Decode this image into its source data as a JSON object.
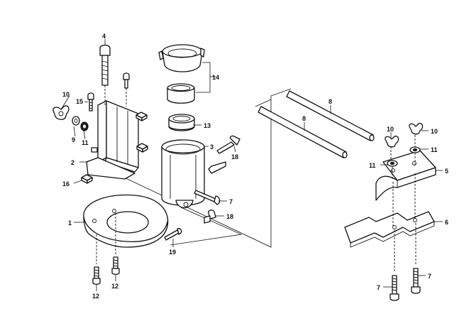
{
  "diagram": {
    "callouts": [
      {
        "id": "c4",
        "label": "4"
      },
      {
        "id": "c14",
        "label": "14"
      },
      {
        "id": "c10a",
        "label": "10"
      },
      {
        "id": "c15",
        "label": "15"
      },
      {
        "id": "c9",
        "label": "9"
      },
      {
        "id": "c11a",
        "label": "11"
      },
      {
        "id": "c13",
        "label": "13"
      },
      {
        "id": "c3",
        "label": "3"
      },
      {
        "id": "c18a",
        "label": "18"
      },
      {
        "id": "c2",
        "label": "2"
      },
      {
        "id": "c16",
        "label": "16"
      },
      {
        "id": "c7a",
        "label": "7"
      },
      {
        "id": "c18b",
        "label": "18"
      },
      {
        "id": "c1",
        "label": "1"
      },
      {
        "id": "c19",
        "label": "19"
      },
      {
        "id": "c12a",
        "label": "12"
      },
      {
        "id": "c12b",
        "label": "12"
      },
      {
        "id": "c8a",
        "label": "8"
      },
      {
        "id": "c8b",
        "label": "8"
      },
      {
        "id": "c10b",
        "label": "10"
      },
      {
        "id": "c10c",
        "label": "10"
      },
      {
        "id": "c11b",
        "label": "11"
      },
      {
        "id": "c11c",
        "label": "11"
      },
      {
        "id": "c5",
        "label": "5"
      },
      {
        "id": "c6",
        "label": "6"
      },
      {
        "id": "c7b",
        "label": "7"
      },
      {
        "id": "c7c",
        "label": "7"
      }
    ]
  }
}
